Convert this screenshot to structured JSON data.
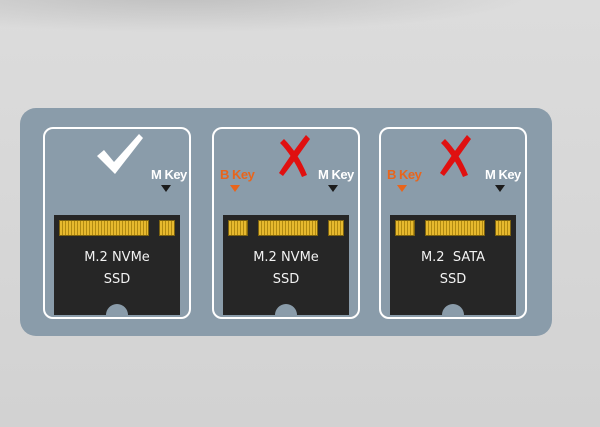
{
  "cards": [
    {
      "status_icon": "check-icon",
      "m_key_label": "M Key",
      "b_key_label": null,
      "ssd_line1": "M.2 NVMe",
      "ssd_line2": "SSD"
    },
    {
      "status_icon": "cross-icon",
      "m_key_label": "M Key",
      "b_key_label": "B Key",
      "ssd_line1": "M.2 NVMe",
      "ssd_line2": "SSD"
    },
    {
      "status_icon": "cross-icon",
      "m_key_label": "M Key",
      "b_key_label": "B Key",
      "ssd_line1": "M.2  SATA",
      "ssd_line2": "SSD"
    }
  ],
  "colors": {
    "panel": "#8a9caa",
    "cross": "#e01010",
    "b_key": "#e8651c",
    "contacts": "#e7b92e",
    "ssd_body": "#262626"
  }
}
